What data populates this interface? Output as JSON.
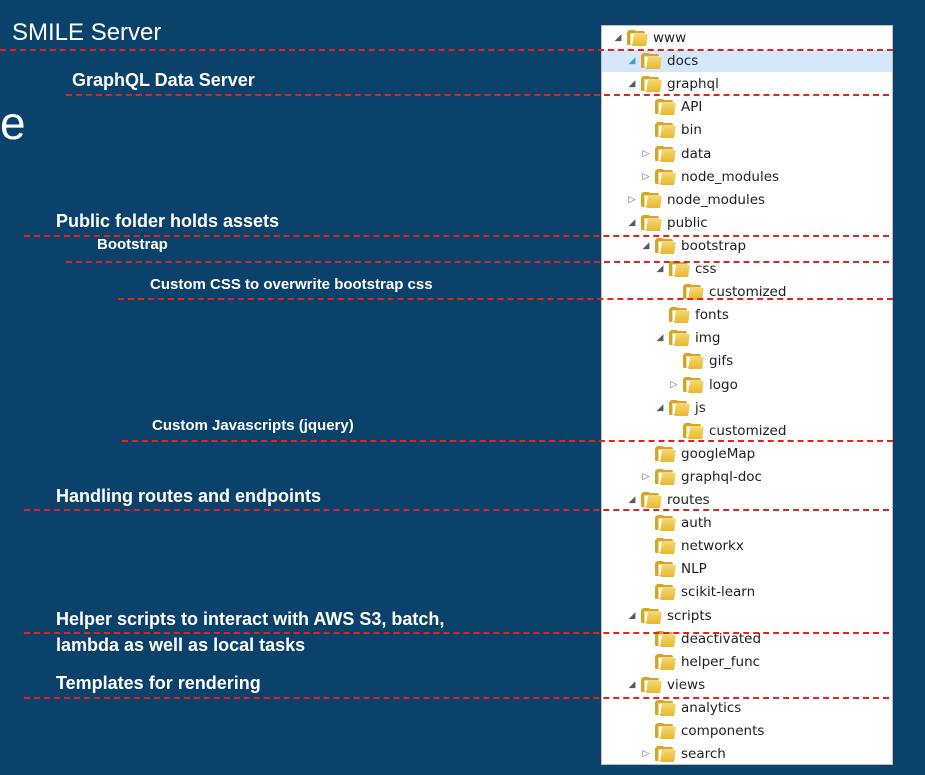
{
  "annotations": {
    "smile_server": "SMILE Server",
    "graphql_data_server": "GraphQL Data Server",
    "partial_title": "e",
    "public_folder": "Public folder holds assets",
    "bootstrap": "Bootstrap",
    "custom_css": "Custom CSS to overwrite bootstrap css",
    "custom_js": "Custom Javascripts (jquery)",
    "routes": "Handling routes and endpoints",
    "helper_line1": "Helper scripts to interact with AWS S3, batch,",
    "helper_line2": "lambda as well as local tasks",
    "templates": "Templates for rendering"
  },
  "tree": [
    {
      "label": "www",
      "level": 0,
      "arrow": "expanded"
    },
    {
      "label": "docs",
      "level": 1,
      "arrow": "none",
      "selected": true
    },
    {
      "label": "graphql",
      "level": 1,
      "arrow": "expanded"
    },
    {
      "label": "API",
      "level": 2,
      "arrow": "none"
    },
    {
      "label": "bin",
      "level": 2,
      "arrow": "none"
    },
    {
      "label": "data",
      "level": 2,
      "arrow": "collapsed"
    },
    {
      "label": "node_modules",
      "level": 2,
      "arrow": "collapsed"
    },
    {
      "label": "node_modules",
      "level": 1,
      "arrow": "collapsed"
    },
    {
      "label": "public",
      "level": 1,
      "arrow": "expanded"
    },
    {
      "label": "bootstrap",
      "level": 2,
      "arrow": "expanded"
    },
    {
      "label": "css",
      "level": 3,
      "arrow": "expanded"
    },
    {
      "label": "customized",
      "level": 4,
      "arrow": "none"
    },
    {
      "label": "fonts",
      "level": 3,
      "arrow": "none"
    },
    {
      "label": "img",
      "level": 3,
      "arrow": "expanded"
    },
    {
      "label": "gifs",
      "level": 4,
      "arrow": "none"
    },
    {
      "label": "logo",
      "level": 4,
      "arrow": "collapsed"
    },
    {
      "label": "js",
      "level": 3,
      "arrow": "expanded"
    },
    {
      "label": "customized",
      "level": 4,
      "arrow": "none"
    },
    {
      "label": "googleMap",
      "level": 2,
      "arrow": "none"
    },
    {
      "label": "graphql-doc",
      "level": 2,
      "arrow": "collapsed"
    },
    {
      "label": "routes",
      "level": 1,
      "arrow": "expanded"
    },
    {
      "label": "auth",
      "level": 2,
      "arrow": "none"
    },
    {
      "label": "networkx",
      "level": 2,
      "arrow": "none"
    },
    {
      "label": "NLP",
      "level": 2,
      "arrow": "none"
    },
    {
      "label": "scikit-learn",
      "level": 2,
      "arrow": "none"
    },
    {
      "label": "scripts",
      "level": 1,
      "arrow": "expanded"
    },
    {
      "label": "deactivated",
      "level": 2,
      "arrow": "none"
    },
    {
      "label": "helper_func",
      "level": 2,
      "arrow": "none"
    },
    {
      "label": "views",
      "level": 1,
      "arrow": "expanded"
    },
    {
      "label": "analytics",
      "level": 2,
      "arrow": "none"
    },
    {
      "label": "components",
      "level": 2,
      "arrow": "none"
    },
    {
      "label": "search",
      "level": 2,
      "arrow": "collapsed"
    }
  ],
  "colors": {
    "background": "#0b426b",
    "dash_line": "#e0251f",
    "folder": "#e8b72f",
    "selection": "#d5e8fb"
  },
  "icons": {
    "expanded": "triangle-down-icon",
    "collapsed": "triangle-right-icon",
    "folder": "folder-icon"
  }
}
